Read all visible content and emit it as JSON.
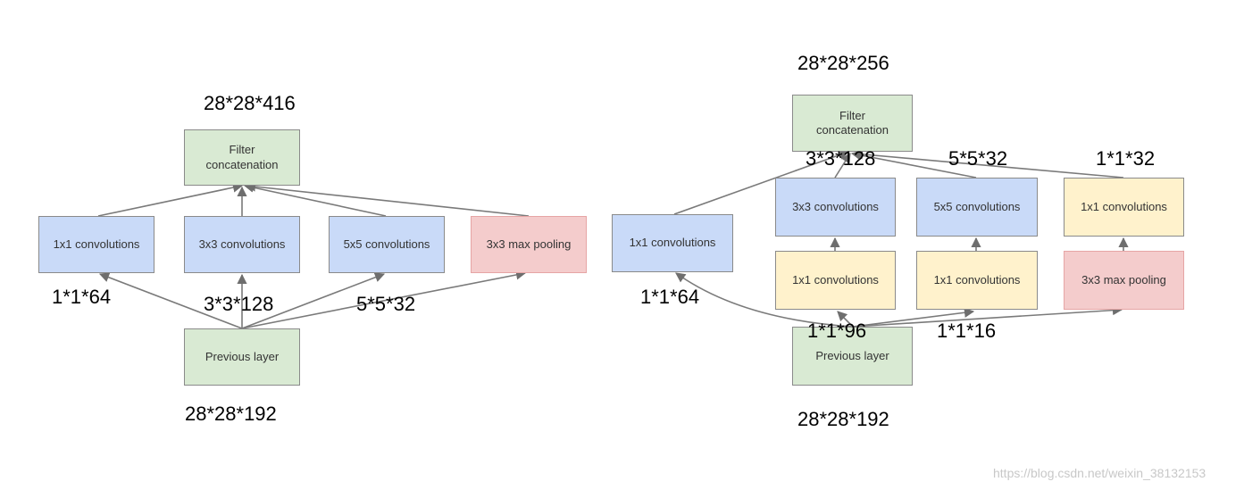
{
  "diagrams": [
    {
      "name": "naive-inception",
      "boxes": {
        "concat": "Filter\nconcatenation",
        "c1": "1x1 convolutions",
        "c3": "3x3 convolutions",
        "c5": "5x5 convolutions",
        "pool": "3x3 max pooling",
        "prev": "Previous layer"
      },
      "labels": {
        "output_dim": "28*28*416",
        "input_dim": "28*28*192",
        "c1_dim": "1*1*64",
        "c3_dim": "3*3*128",
        "c5_dim": "5*5*32"
      }
    },
    {
      "name": "reduced-inception",
      "boxes": {
        "concat": "Filter\nconcatenation",
        "c1": "1x1 convolutions",
        "c3": "3x3 convolutions",
        "c5": "5x5 convolutions",
        "c1_after_pool": "1x1 convolutions",
        "red3": "1x1 convolutions",
        "red5": "1x1 convolutions",
        "pool": "3x3 max pooling",
        "prev": "Previous layer"
      },
      "labels": {
        "output_dim": "28*28*256",
        "input_dim": "28*28*192",
        "c1_dim": "1*1*64",
        "c3_dim": "3*3*128",
        "c5_dim": "5*5*32",
        "pool_proj_dim": "1*1*32",
        "red3_dim": "1*1*96",
        "red5_dim": "1*1*16"
      }
    }
  ],
  "watermark": "https://blog.csdn.net/weixin_38132153",
  "colors": {
    "green": "#d9ead3",
    "blue": "#c9daf8",
    "yellow": "#fff2cc",
    "red": "#f4cccc",
    "line": "#7a7a7a"
  }
}
